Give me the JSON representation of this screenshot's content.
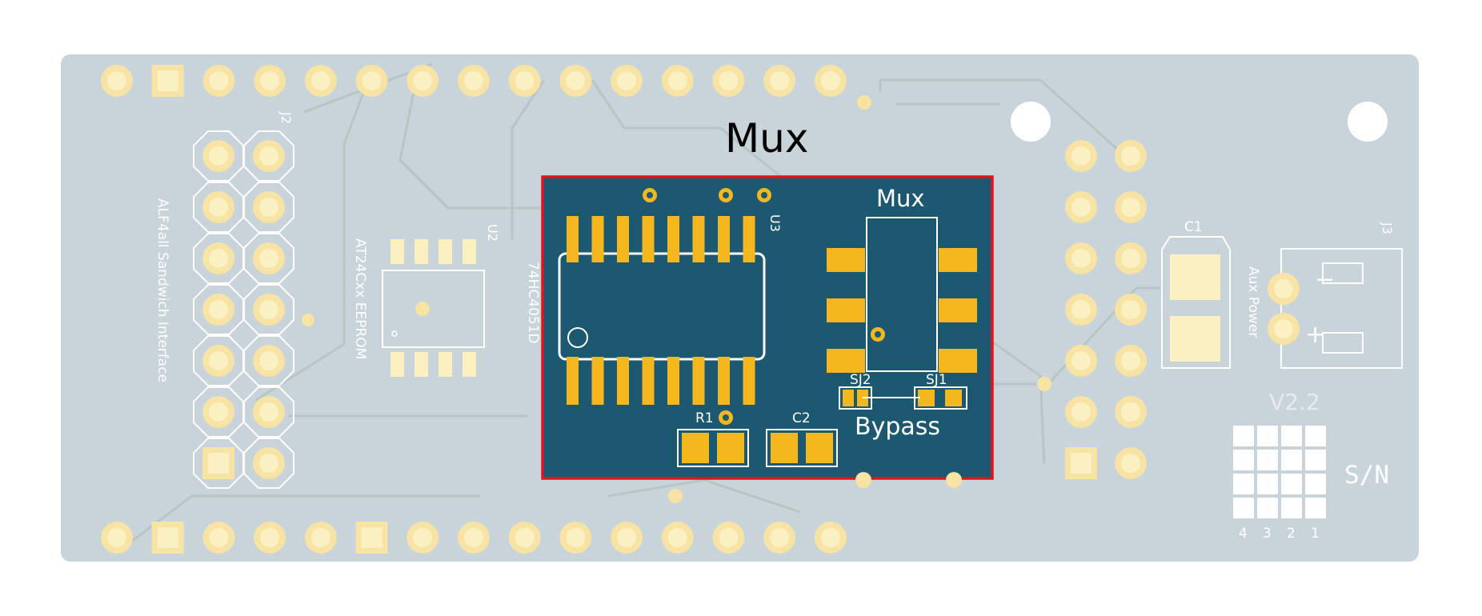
{
  "callout_title": "Mux",
  "board": {
    "colors": {
      "board": "#c8d3da",
      "trace": "#b8c5c4",
      "pad": "#fbf0c2",
      "pad_ring": "#f7e3a3",
      "highlight_fill": "#1c5870",
      "highlight_pad": "#f4b71d",
      "highlight_border": "#e0151b",
      "silkscreen": "#ffffff"
    },
    "labels": {
      "j2": "J2",
      "interface": "ALF4all Sandwich Interface",
      "u2": "U2",
      "eeprom": "AT24Cxx EEPROM",
      "ic_part": "74HC4051D",
      "u3": "U3",
      "mux_silk": "Mux",
      "sj2": "SJ2",
      "sj1": "SJ1",
      "bypass": "Bypass",
      "r1": "R1",
      "c2": "C2",
      "c1": "C1",
      "j3": "J3",
      "aux_power": "Aux Power",
      "plus": "+",
      "minus": "−",
      "version": "V2.2",
      "sn": "S/N",
      "sn_digits": [
        "4",
        "3",
        "2",
        "1"
      ]
    }
  }
}
